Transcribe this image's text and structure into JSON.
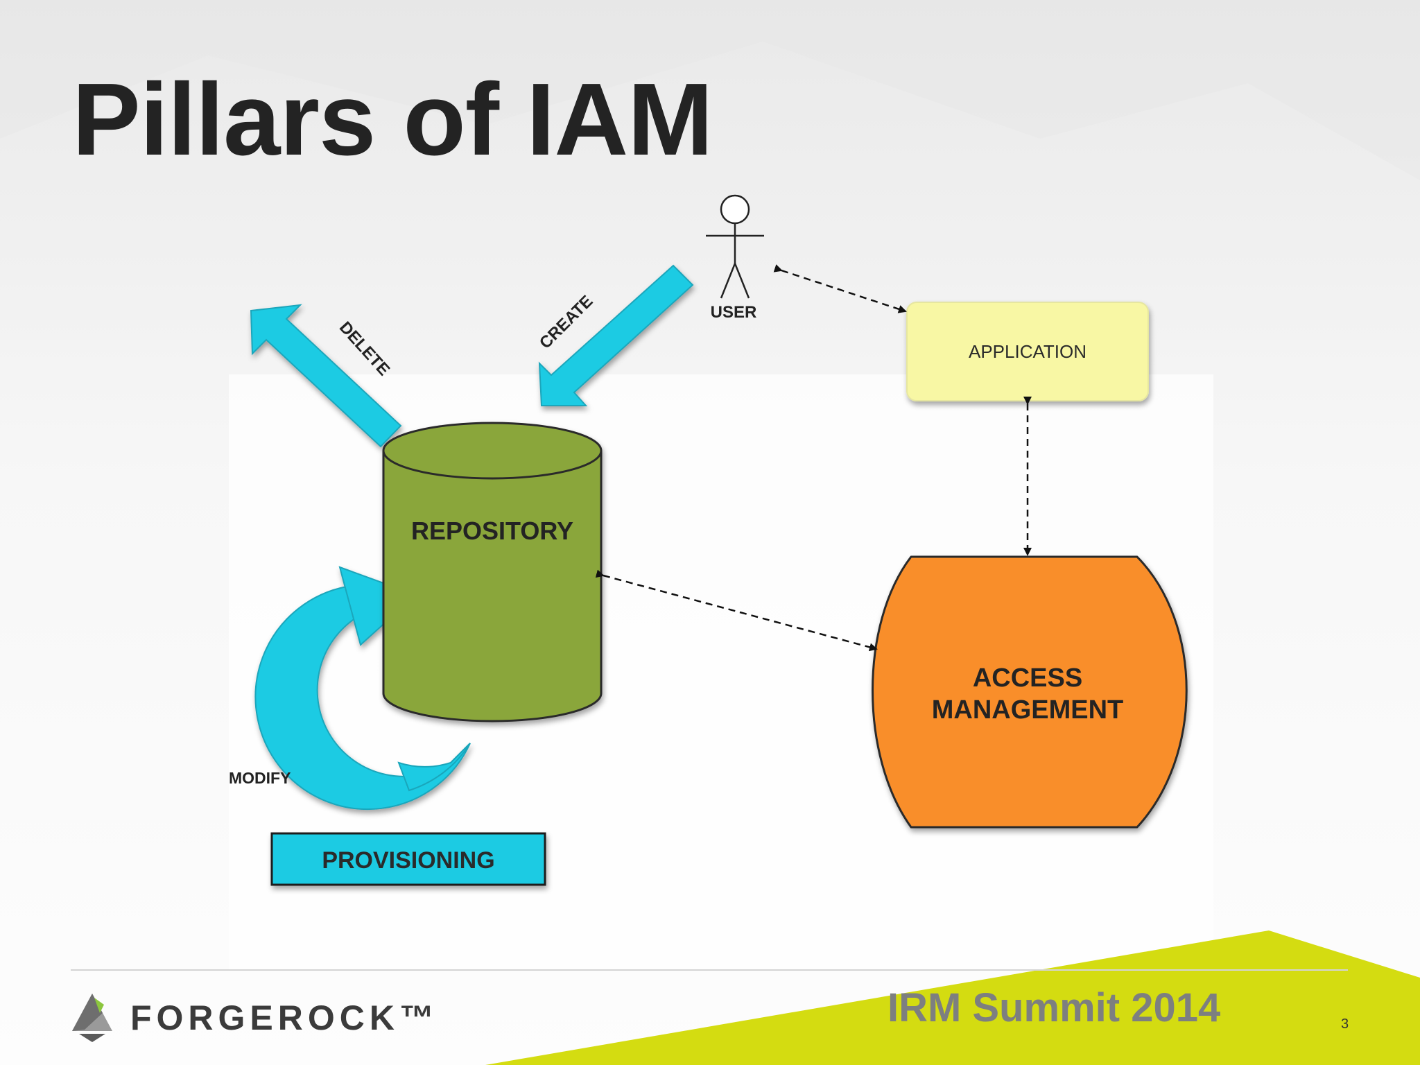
{
  "slide": {
    "title": "Pillars of IAM",
    "page_number": "3"
  },
  "diagram": {
    "user_label": "USER",
    "create_label": "CREATE",
    "delete_label": "DELETE",
    "repository_label": "REPOSITORY",
    "modify_label": "MODIFY",
    "provisioning_label": "PROVISIONING",
    "application_label": "APPLICATION",
    "access_management_line1": "ACCESS",
    "access_management_line2": "MANAGEMENT"
  },
  "footer": {
    "brand": "FORGEROCK™",
    "event": "IRM Summit 2014"
  },
  "colors": {
    "title_text": "#232323",
    "arrow_cyan": "#1ccbe3",
    "repository_green": "#8aa63a",
    "application_yellow": "#f8f7a4",
    "access_orange": "#f98e2b",
    "footer_accent": "#d4dc11",
    "event_text": "#7d7f80"
  },
  "icons": {
    "user": "stick-figure-icon",
    "logo": "forgerock-mark-icon"
  }
}
